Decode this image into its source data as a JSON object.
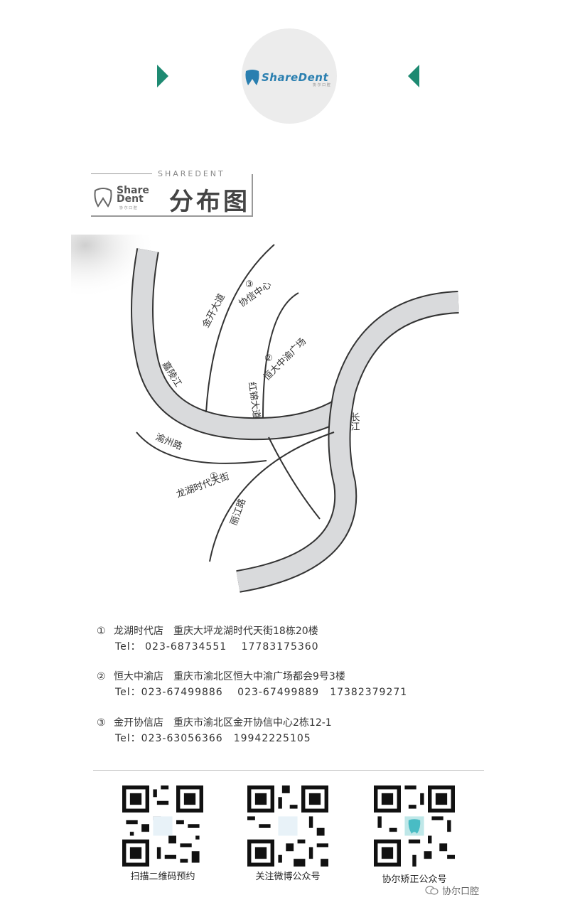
{
  "header": {
    "logo_text": "ShareDent",
    "logo_sub": "协 尔 口 腔"
  },
  "section": {
    "eng_label": "SHAREDENT",
    "brand_line1": "Share",
    "brand_line2": "Dent",
    "brand_sub": "协 尔 口 腔",
    "title": "分布图"
  },
  "map": {
    "labels": {
      "jinkai": "金开大道",
      "xiexin_num": "③",
      "xiexin": "协信中心",
      "hengda_num": "②",
      "hengda": "恒大中渝广场",
      "hongjin": "红锦大道",
      "jialing": "嘉陵江",
      "changjiang": "长江",
      "yuzhou": "渝州路",
      "longhu_num": "①",
      "longhu": "龙湖时代天街",
      "lijiang": "丽江路"
    }
  },
  "stores": [
    {
      "num": "①",
      "name": "龙湖时代店",
      "address": "重庆大坪龙湖时代天街18栋20楼",
      "tel": "Tel： 023-68734551　 17783175360"
    },
    {
      "num": "②",
      "name": "恒大中渝店",
      "address": "重庆市渝北区恒大中渝广场都会9号3楼",
      "tel": "Tel：023-67499886　 023-67499889　17382379271"
    },
    {
      "num": "③",
      "name": "金开协信店",
      "address": "重庆市渝北区金开协信中心2栋12-1",
      "tel": "Tel：023-63056366　19942225105"
    }
  ],
  "qrcodes": [
    {
      "caption": "扫描二维码预约"
    },
    {
      "caption": "关注微博公众号"
    },
    {
      "caption": "协尔矫正公众号"
    }
  ],
  "watermark": "协尔口腔",
  "colors": {
    "accent": "#1e8a72",
    "river": "#d9dadc",
    "brand_blue": "#2a7fb0"
  }
}
